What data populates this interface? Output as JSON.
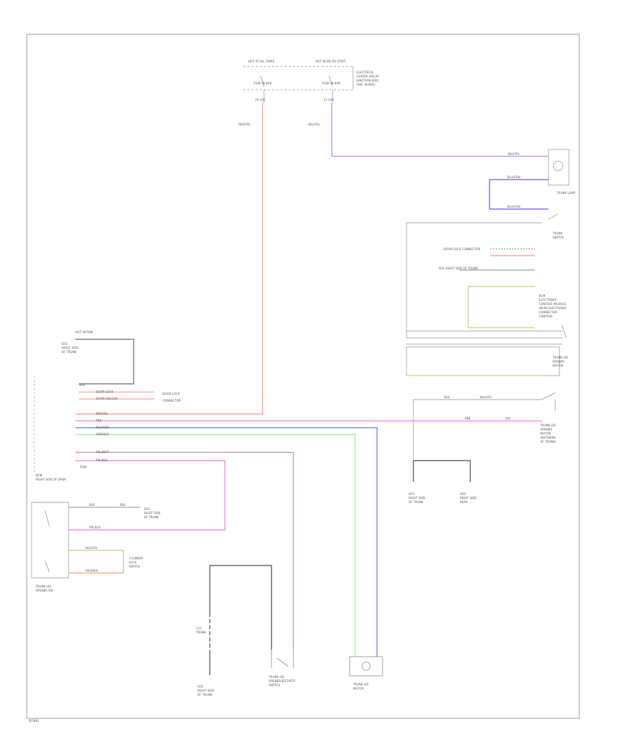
{
  "labels": {
    "top_left_fuse_hdr": "HOT AT ALL TIMES",
    "top_right_fuse_hdr": "HOT IN ON OR START",
    "fuse_box_left": "FUSE IN BOX",
    "fuse_box_right": "FUSE IN BOX",
    "fuse_note_1": "ELECTRICAL",
    "fuse_note_2": "CENTER (RELAY",
    "fuse_note_3": "JUNCTION BOX)",
    "fuse_note_4": "(REF. IN BOX)",
    "fuse_id_left": "10 10A",
    "fuse_id_right": "11 10A",
    "wire_red_yel": "RED/YEL",
    "wire_blu_yel": "BLU/YEL",
    "wire_blu_yel_2": "BLU/YEL",
    "wire_blu_grn_1": "BLU/GRN",
    "wire_blu_grn_2": "BLU/GRN",
    "trunk_lamp": "TRUNK LAMP",
    "trunk_switch_1": "TRUNK",
    "trunk_switch_2": "SWITCH",
    "door_lock_conn": "DOOR LOCK CONNECTOR",
    "gnd_right_label": "G01 RIGHT SIDE OF TRUNK",
    "bcm_conn_1": "BCM",
    "bcm_conn_2": "ELECTRONIC",
    "bcm_conn_3": "CONTROL MODULE",
    "bcm_conn_4": "(BCM) ELECTRONIC",
    "bcm_conn_5": "CONNECTOR",
    "bcm_conn_6": "CONTROL",
    "relay_1": "TRUNK LID",
    "relay_2": "OPENER",
    "relay_3": "MOTOR",
    "wire_blk": "BLK",
    "wire_blk_vio": "BLK/VIO",
    "wire_pnk": "PNK",
    "wire_vio": "VIO",
    "trunk_lid_conn_1": "TRUNK LID",
    "trunk_lid_conn_2": "OPENER",
    "trunk_lid_conn_3": "MOTOR",
    "trunk_lid_conn_4": "(BETWEEN",
    "trunk_lid_conn_5": "OF TRUNK)",
    "g_left_1": "G01",
    "g_left_2": "RIGHT SIDE",
    "g_left_3": "OF TRUNK",
    "g_right_1": "G02",
    "g_right_2": "RIGHT SIDE",
    "g_right_3": "REAR",
    "left_conn_hdr": "HOT IN RUN",
    "left_gnd_1": "G01",
    "left_gnd_2": "RIGHT SIDE",
    "left_gnd_3": "OF TRUNK",
    "bcm_left_1": "BCM",
    "bcm_left_2": "RIGHT SIDE OF DASH",
    "pin_labels": [
      "BLK",
      "DOOR LOCK",
      "DOOR UNLOCK",
      "RED/YEL",
      "PNK",
      "BLU/GRN",
      "GRN/BLK",
      "PPL/WHT",
      "PPL/BLK",
      "TRIM"
    ],
    "side_note_1": "DOOR LOCK",
    "side_note_2": "CONNECTOR",
    "bottom_left_conn_1": "TRUNK LID",
    "bottom_left_conn_2": "OPENER SW",
    "wire_blk_bl": "BLK",
    "wire_blk_bl2": "BLK",
    "bl_gnd_1": "G01",
    "bl_gnd_2": "RIGHT SIDE",
    "bl_gnd_3": "OF TRUNK",
    "wire_ppl_blk": "PPL/BLK",
    "wire_blu_yel_b": "BLU/YEL",
    "wire_red_blk": "RED/BLK",
    "cyl_conn_1": "CYLINDER",
    "cyl_conn_2": "LOCK",
    "cyl_conn_3": "SWITCH",
    "bottom_sw_1": "TRUNK LID",
    "bottom_sw_2": "OPENER SW",
    "bottom_c_1": "C21",
    "bottom_c_2": "TRUNK",
    "gb_1": "G01",
    "gb_2": "RIGHT SIDE",
    "gb_3": "OF TRUNK",
    "trunk_lid_sw_1": "TRUNK LID",
    "trunk_lid_sw_2": "OPENER/SECURITY",
    "trunk_lid_sw_3": "SWITCH",
    "trunk_lid_motor_1": "TRUNK LID",
    "trunk_lid_motor_2": "MOTOR",
    "corner_code": "W7891"
  }
}
